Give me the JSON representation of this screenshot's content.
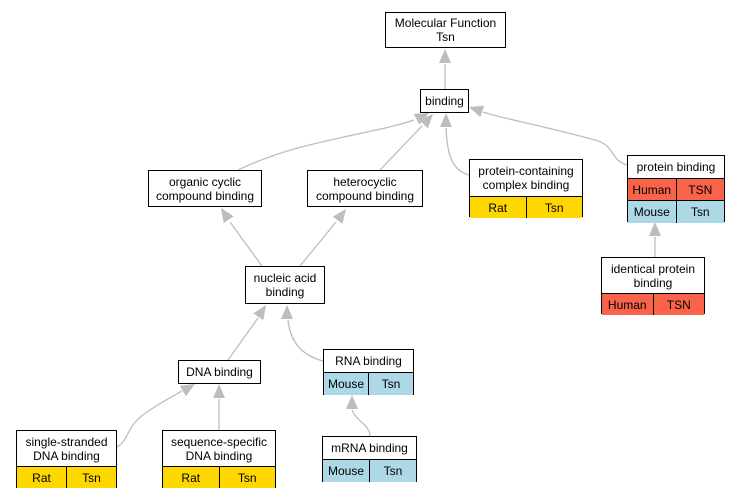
{
  "colors": {
    "Human": "#f9634a",
    "Mouse": "#add8e6",
    "Rat": "#ffd700",
    "edge": "#bdbdbd"
  },
  "nodes": {
    "mf": {
      "label": "Molecular Function\nTsn",
      "rows": []
    },
    "binding": {
      "label": "binding",
      "rows": []
    },
    "organic": {
      "label": "organic cyclic\ncompound binding",
      "rows": []
    },
    "hetero": {
      "label": "heterocyclic\ncompound binding",
      "rows": []
    },
    "pccb": {
      "label": "protein-containing\ncomplex binding",
      "rows": [
        [
          "Rat",
          "Tsn"
        ]
      ]
    },
    "pb": {
      "label": "protein binding",
      "rows": [
        [
          "Human",
          "TSN"
        ],
        [
          "Mouse",
          "Tsn"
        ]
      ]
    },
    "ipb": {
      "label": "identical protein\nbinding",
      "rows": [
        [
          "Human",
          "TSN"
        ]
      ]
    },
    "nab": {
      "label": "nucleic acid\nbinding",
      "rows": []
    },
    "dna": {
      "label": "DNA binding",
      "rows": []
    },
    "rna": {
      "label": "RNA binding",
      "rows": [
        [
          "Mouse",
          "Tsn"
        ]
      ]
    },
    "ssdna": {
      "label": "single-stranded\nDNA binding",
      "rows": [
        [
          "Rat",
          "Tsn"
        ]
      ]
    },
    "ssdb": {
      "label": "sequence-specific\nDNA binding",
      "rows": [
        [
          "Rat",
          "Tsn"
        ]
      ]
    },
    "mrna": {
      "label": "mRNA binding",
      "rows": [
        [
          "Mouse",
          "Tsn"
        ]
      ]
    }
  },
  "edges": [
    [
      "binding",
      "mf"
    ],
    [
      "organic",
      "binding"
    ],
    [
      "hetero",
      "binding"
    ],
    [
      "pccb",
      "binding"
    ],
    [
      "pb",
      "binding"
    ],
    [
      "ipb",
      "pb"
    ],
    [
      "nab",
      "organic"
    ],
    [
      "nab",
      "hetero"
    ],
    [
      "dna",
      "nab"
    ],
    [
      "rna",
      "nab"
    ],
    [
      "ssdna",
      "dna"
    ],
    [
      "ssdb",
      "dna"
    ],
    [
      "mrna",
      "rna"
    ]
  ]
}
